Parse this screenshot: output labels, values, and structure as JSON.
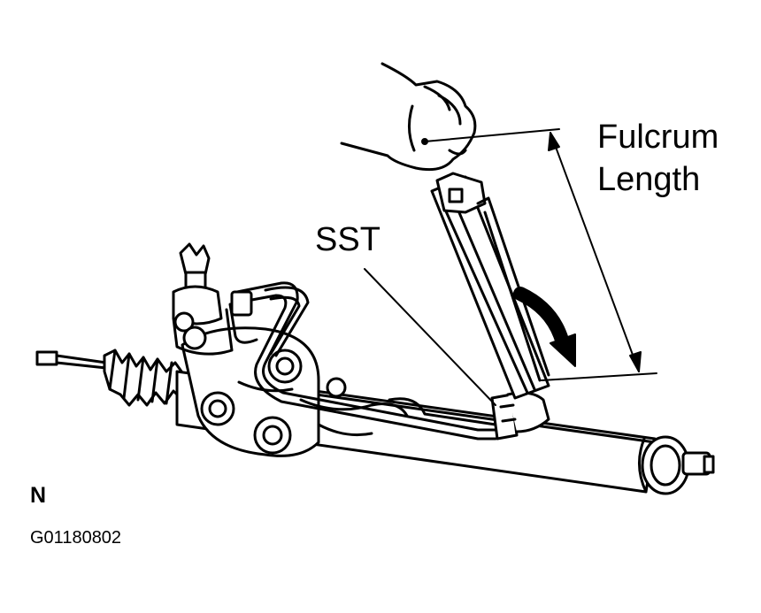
{
  "labels": {
    "fulcrum_line1": "Fulcrum",
    "fulcrum_line2": "Length",
    "sst": "SST",
    "view_letter": "N",
    "figure_code": "G01180802"
  },
  "parts": {
    "hand": "hand-illustration",
    "wrench": "torque-wrench",
    "special_tool": "sst-tool",
    "steering_rack": "steering-rack-assembly",
    "rotation_arrow": "curved-arrow-icon"
  },
  "colors": {
    "ink": "#000000",
    "paper": "#ffffff"
  }
}
